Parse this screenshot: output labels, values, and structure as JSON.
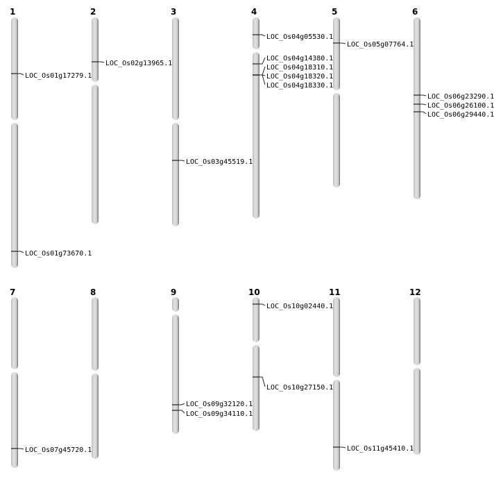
{
  "chromosomes": [
    {
      "name": "1",
      "genes": [
        "LOC_Os01g17279.1",
        "LOC_Os01g73670.1"
      ]
    },
    {
      "name": "2",
      "genes": [
        "LOC_Os02g13965.1"
      ]
    },
    {
      "name": "3",
      "genes": [
        "LOC_Os03g45519.1"
      ]
    },
    {
      "name": "4",
      "genes": [
        "LOC_Os04g05530.1",
        "LOC_Os04g14380.1",
        "LOC_Os04g18310.1",
        "LOC_Os04g18320.1",
        "LOC_Os04g18330.1"
      ]
    },
    {
      "name": "5",
      "genes": [
        "LOC_Os05g07764.1"
      ]
    },
    {
      "name": "6",
      "genes": [
        "LOC_Os06g23290.1",
        "LOC_Os06g26100.1",
        "LOC_Os06g29440.1"
      ]
    },
    {
      "name": "7",
      "genes": [
        "LOC_Os07g45720.1"
      ]
    },
    {
      "name": "8",
      "genes": []
    },
    {
      "name": "9",
      "genes": [
        "LOC_Os09g32120.1",
        "LOC_Os09g34110.1"
      ]
    },
    {
      "name": "10",
      "genes": [
        "LOC_Os10g02440.1",
        "LOC_Os10g27150.1"
      ]
    },
    {
      "name": "11",
      "genes": [
        "LOC_Os11g45410.1"
      ]
    },
    {
      "name": "12",
      "genes": []
    }
  ]
}
